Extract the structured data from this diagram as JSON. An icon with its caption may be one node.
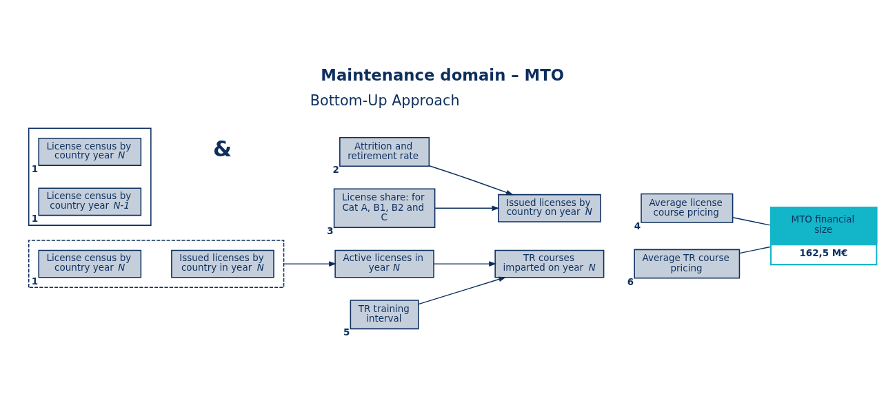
{
  "diagram": {
    "title": "Maintenance domain – MTO",
    "nodes": [
      {
        "text": [],
        "shape": "box"
      },
      {
        "text": [
          "License census by country year *N*"
        ],
        "beside": [
          "1"
        ],
        "in": 0
      },
      {
        "text": [
          "License census by country year *N-1*"
        ],
        "beside": [
          "1"
        ],
        "in": 0
      },
      {
        "text": [
          "Attrition and retirement rate"
        ],
        "beside": [
          "2"
        ]
      },
      {
        "text": [
          "License share: for Cat A, B1, B2 and C"
        ],
        "beside": [
          "3"
        ]
      },
      {
        "text": [
          "Issued licenses by country on year *N*"
        ]
      },
      {
        "text": [
          "Average license course pricing"
        ],
        "beside": [
          "4"
        ]
      },
      {
        "text": [
          "MTO financial size",
          "162,5 M€"
        ]
      },
      {
        "text": [],
        "shape": "bracket"
      },
      {
        "text": [
          "License census by country year *N*"
        ],
        "beside": [
          "1"
        ],
        "in": 8
      },
      {
        "text": [
          "Issued licenses by country in year *N*"
        ],
        "in": 8
      },
      {
        "text": [
          "Active licenses in year *N*"
        ]
      },
      {
        "text": [
          "TR training interval"
        ],
        "beside": [
          "5"
        ]
      },
      {
        "text": [
          "TR courses imparted on year *N*"
        ]
      },
      {
        "text": [
          "Average TR course pricing"
        ],
        "beside": [
          "6"
        ]
      }
    ],
    "edges": [
      {
        "from": 3,
        "to": 5,
        "arrow": "to"
      },
      {
        "from": 4,
        "to": 5,
        "arrow": "to"
      },
      {
        "from": 8,
        "to": 11,
        "arrow": "to"
      },
      {
        "from": 11,
        "to": 13,
        "arrow": "to"
      },
      {
        "from": 12,
        "to": 13,
        "arrow": "to"
      },
      {
        "from": 6,
        "to": 7,
        "arrow": "none"
      },
      {
        "from": 14,
        "to": 7,
        "arrow": "none"
      }
    ],
    "labels": [
      "Bottom-Up Approach",
      "&"
    ]
  }
}
